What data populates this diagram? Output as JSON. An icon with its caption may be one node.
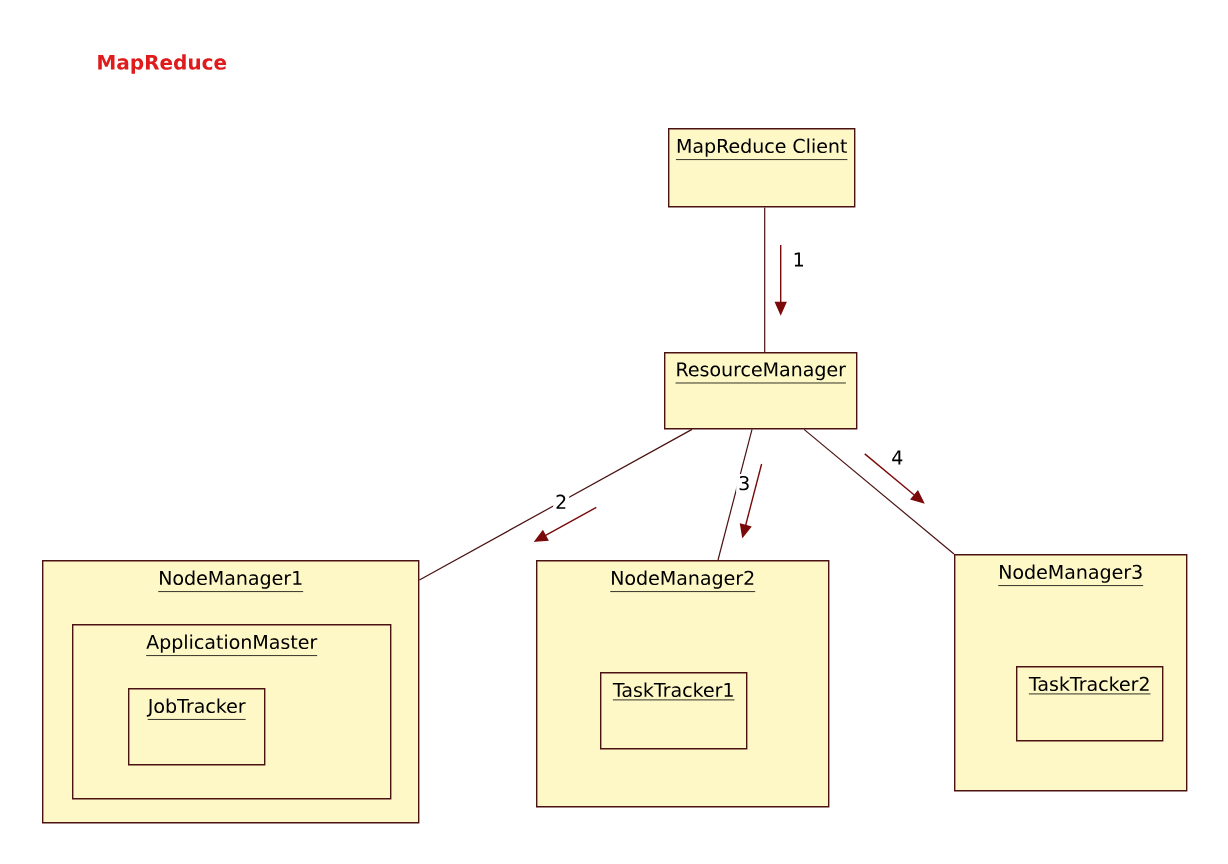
{
  "diagram": {
    "title": "MapReduce",
    "nodes": [
      {
        "text": [
          "MapReduce Client"
        ]
      },
      {
        "text": [
          "ResourceManager"
        ]
      },
      {
        "text": [
          "NodeManager1"
        ]
      },
      {
        "text": [
          "ApplicationMaster"
        ],
        "in": 2
      },
      {
        "text": [
          "JobTracker"
        ],
        "in": 3
      },
      {
        "text": [
          "NodeManager2"
        ]
      },
      {
        "text": [
          "TaskTracker1"
        ],
        "in": 5
      },
      {
        "text": [
          "NodeManager3"
        ]
      },
      {
        "text": [
          "TaskTracker2"
        ],
        "in": 7
      }
    ],
    "edges": [
      {
        "from": 0,
        "to": 1,
        "arrow": "none",
        "label": "1"
      },
      {
        "from": 1,
        "to": 2,
        "arrow": "none",
        "label": "2"
      },
      {
        "from": 1,
        "to": 5,
        "arrow": "none",
        "label": "3"
      },
      {
        "from": 1,
        "to": 7,
        "arrow": "none",
        "label": "4"
      }
    ]
  }
}
